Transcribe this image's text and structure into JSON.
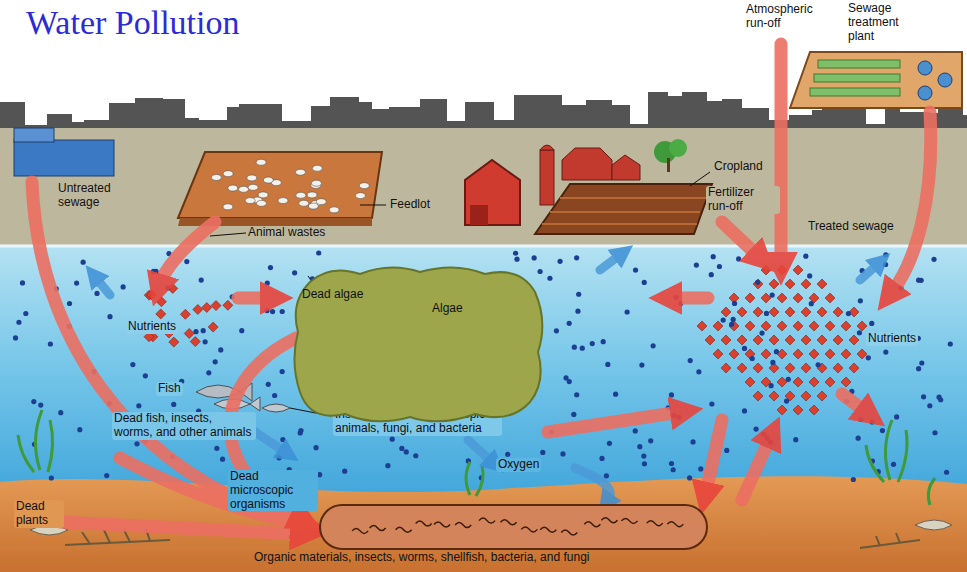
{
  "diagram": {
    "title": "Water Pollution",
    "nodes": [
      {
        "text": [
          "Dead algae",
          "Algae"
        ]
      },
      {
        "text": [
          "Organic materials, insects, worms, shellfish, bacteria, and fungi"
        ]
      }
    ],
    "labels": [
      "Atmospheric run-off",
      "Sewage treatment plant",
      "Untreated sewage",
      "Feedlot",
      "Cropland",
      "Fertilizer run-off",
      "Treated sewage",
      "Animal wastes",
      "Nutrients",
      "Nutrients",
      "Fish",
      "Insects, worms, microscopic animals, fungi, and bacteria",
      "Dead fish, insects, worms, and other animals",
      "Oxygen",
      "Dead microscopic organisms",
      "Dead plants"
    ]
  }
}
